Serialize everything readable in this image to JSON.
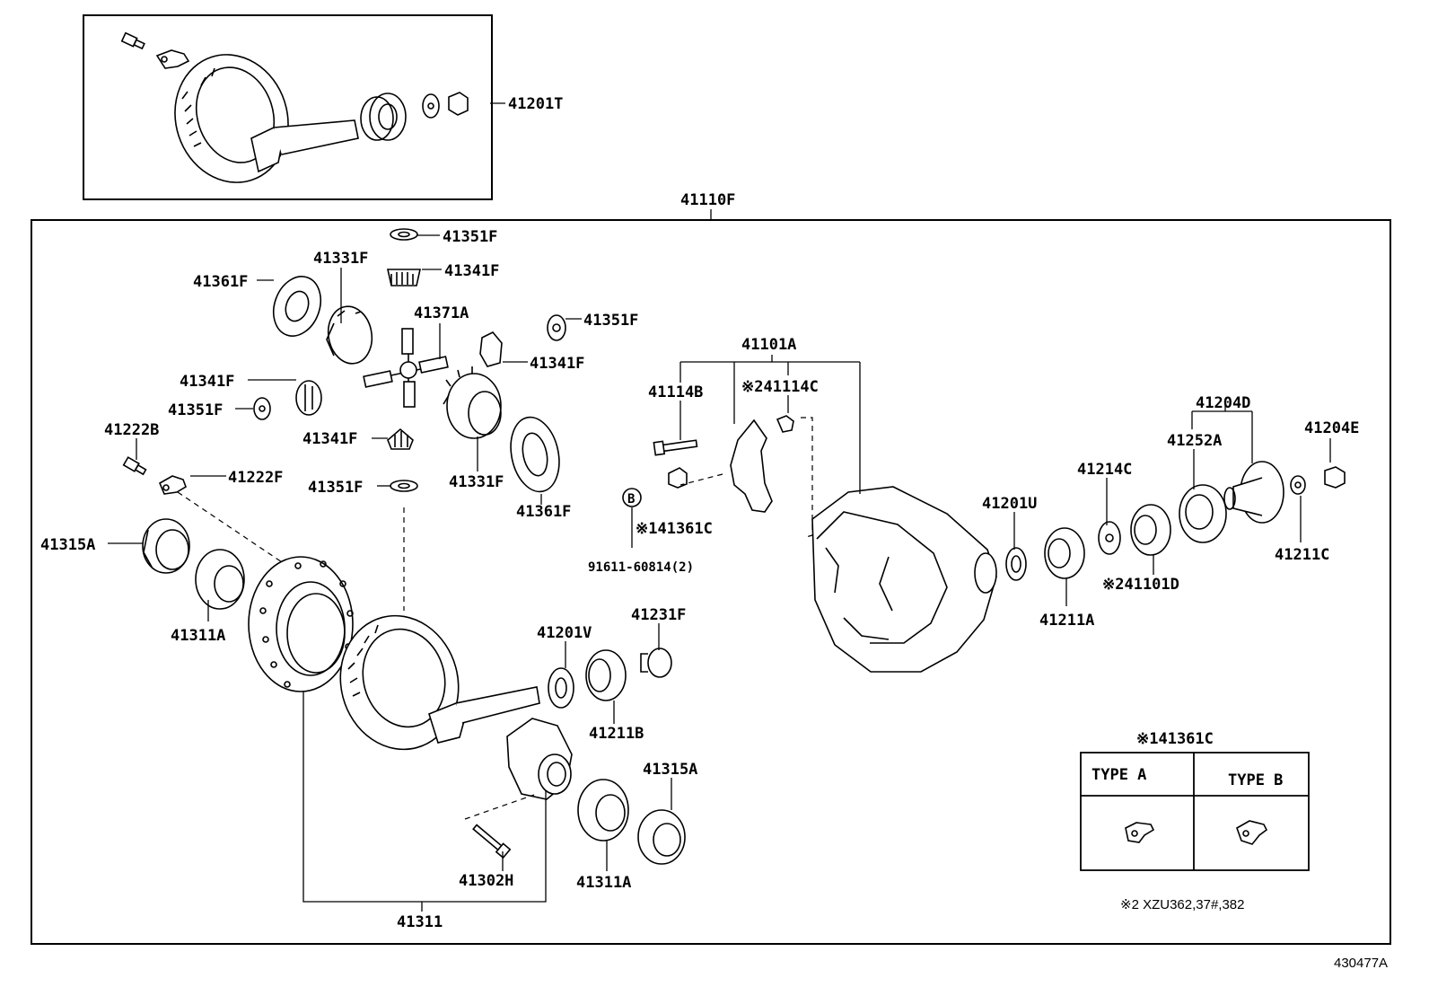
{
  "diagram_id": "430477A",
  "labels": {
    "p41201T": "41201T",
    "p41110F": "41110F",
    "p41351F": "41351F",
    "p41341F": "41341F",
    "p41331F": "41331F",
    "p41361F": "41361F",
    "p41371A": "41371A",
    "p41222B": "41222B",
    "p41222F": "41222F",
    "p41315A": "41315A",
    "p41311A": "41311A",
    "p41101A": "41101A",
    "p41114B": "41114B",
    "p41114C": "※241114C",
    "circle_b": "B",
    "p41361C_note": "※141361C",
    "p91611": "91611-60814(2)",
    "p41201U": "41201U",
    "p41214C": "41214C",
    "p41204D": "41204D",
    "p41252A": "41252A",
    "p41204E": "41204E",
    "p41211C": "41211C",
    "p41101D": "※241101D",
    "p41211A": "41211A",
    "p41201V": "41201V",
    "p41231F": "41231F",
    "p41211B": "41211B",
    "p41302H": "41302H",
    "p41311": "41311"
  },
  "legend": {
    "title": "※141361C",
    "type_a": "TYPE A",
    "type_b": "TYPE B",
    "footnote": "※2 XZU362,37#,382"
  }
}
